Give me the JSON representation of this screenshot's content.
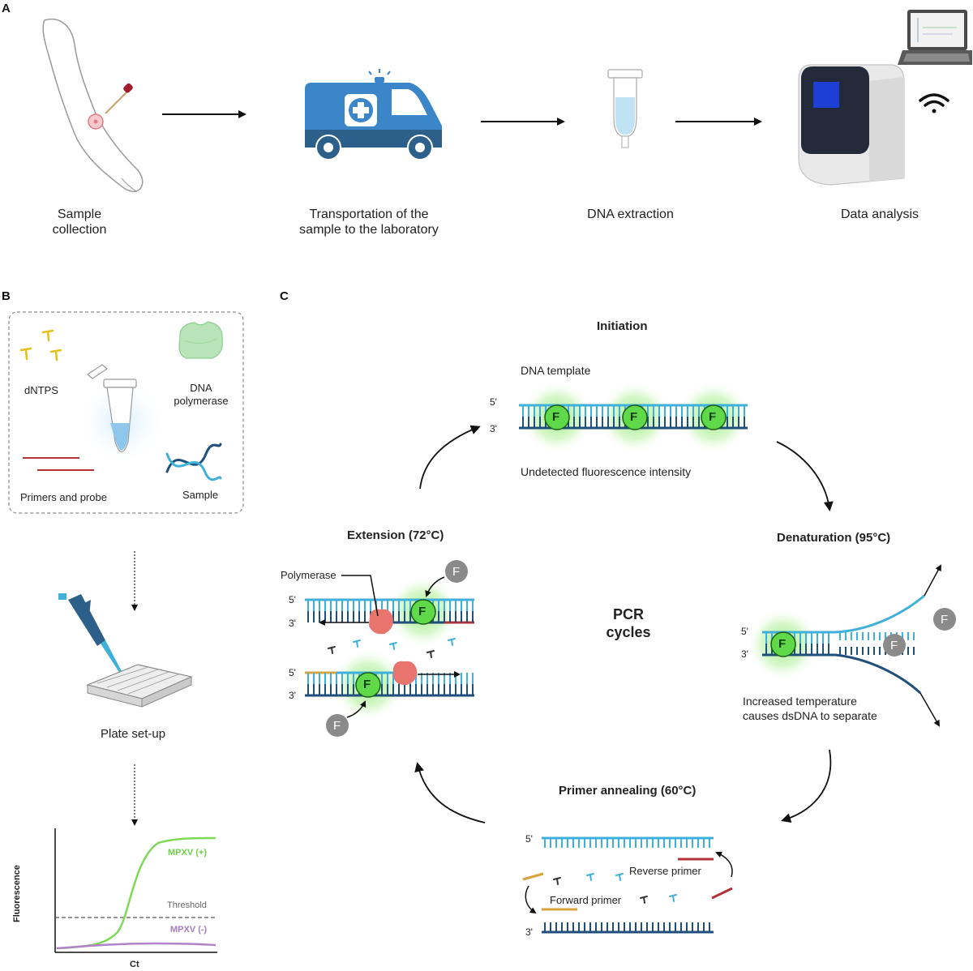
{
  "panels": {
    "a": "A",
    "b": "B",
    "c": "C"
  },
  "workflow": {
    "steps": [
      {
        "label_line1": "Sample",
        "label_line2": "collection"
      },
      {
        "label_line1": "Transportation of the",
        "label_line2": "sample to the laboratory"
      },
      {
        "label_line1": "DNA extraction",
        "label_line2": ""
      },
      {
        "label_line1": "Data analysis",
        "label_line2": ""
      }
    ]
  },
  "reagents": {
    "dntps": "dNTPS",
    "polymerase_line1": "DNA",
    "polymerase_line2": "polymerase",
    "primers": "Primers and probe",
    "sample": "Sample",
    "plate": "Plate set-up"
  },
  "plot": {
    "y_label": "Fluorescence",
    "x_label": "Ct",
    "positive": "MPXV (+)",
    "threshold": "Threshold",
    "negative": "MPXV (-)",
    "colors": {
      "positive": "#7ed957",
      "negative": "#b083c9",
      "threshold": "#555555"
    }
  },
  "pcr": {
    "center_line1": "PCR",
    "center_line2": "cycles",
    "initiation": {
      "title": "Initiation",
      "template": "DNA template",
      "five": "5'",
      "three": "3'",
      "fluor": "F",
      "note": "Undetected fluorescence intensity"
    },
    "denaturation": {
      "title": "Denaturation (95°C)",
      "five": "5'",
      "three": "3'",
      "fluor": "F",
      "note_line1": "Increased temperature",
      "note_line2": "causes dsDNA to separate"
    },
    "annealing": {
      "title": "Primer annealing (60°C)",
      "five": "5'",
      "three": "3'",
      "reverse": "Reverse primer",
      "forward": "Forward primer"
    },
    "extension": {
      "title": "Extension (72°C)",
      "polymerase": "Polymerase",
      "five": "5'",
      "three": "3'",
      "fluor": "F"
    }
  },
  "colors": {
    "strand_light": "#3fb0d9",
    "strand_dark": "#1f4f7a",
    "primer_red": "#b3323a",
    "primer_orange": "#d9a23a",
    "glow": "#7be05a",
    "van": "#3a86c8",
    "van_dark": "#2c5f8a"
  }
}
